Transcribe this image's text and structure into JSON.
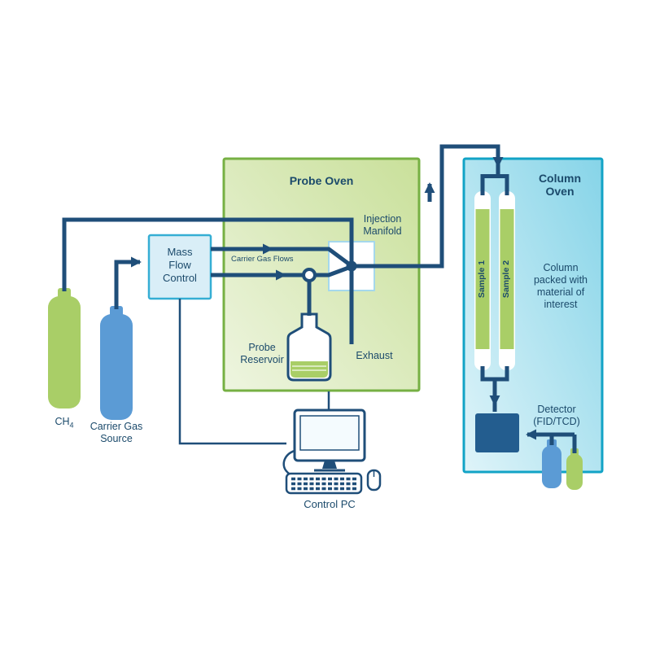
{
  "labels": {
    "probe_oven": "Probe Oven",
    "column_oven": [
      "Column",
      "Oven"
    ],
    "mass_flow_control": [
      "Mass",
      "Flow",
      "Control"
    ],
    "ch4_main": "CH",
    "ch4_sub": "4",
    "carrier_gas_source": [
      "Carrier Gas",
      "Source"
    ],
    "carrier_gas_flows": "Carrier Gas Flows",
    "probe_reservoir": [
      "Probe",
      "Reservoir"
    ],
    "injection_manifold": [
      "Injection",
      "Manifold"
    ],
    "exhaust": "Exhaust",
    "sample_1": "Sample 1",
    "sample_2": "Sample 2",
    "column_packed": [
      "Column",
      "packed with",
      "material of",
      "interest"
    ],
    "detector": [
      "Detector",
      "(FID/TCD)"
    ],
    "control_pc": "Control PC"
  },
  "colors": {
    "line_navy": "#1f4e79",
    "text_navy": "#1b4a6b",
    "probe_oven_border": "#76b043",
    "probe_oven_fill_dark": "#c9e09a",
    "probe_oven_fill_light": "#eef5e0",
    "column_oven_border": "#12a3c6",
    "column_oven_fill_dark": "#86d4e8",
    "column_oven_fill_light": "#dff4f9",
    "green_tank": "#a9ce67",
    "blue_tank": "#5b9bd5",
    "mfc_fill": "#d9eef7",
    "mfc_border": "#35aed4",
    "manifold_border": "#a5d8ec",
    "detector_fill": "#235d8f"
  }
}
